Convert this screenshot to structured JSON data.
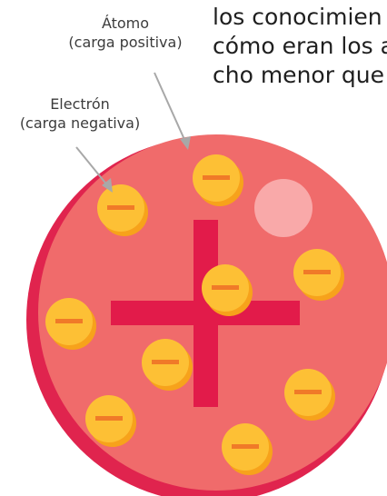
{
  "labels": {
    "atom": [
      "Átomo",
      "(carga positiva)"
    ],
    "electron": [
      "Electrón",
      "(carga negativa)"
    ]
  },
  "body_text": [
    "los conocimien",
    "cómo eran los a",
    "cho menor que"
  ],
  "colors": {
    "atom_fill": "#f06b6b",
    "atom_shadow": "#e0244e",
    "cross": "#e21b4a",
    "highlight": "#f9a9a9",
    "electron_fill": "#fdc035",
    "electron_shadow": "#f7a21b",
    "electron_dash": "#f07a28",
    "arrow": "#a8a8a8"
  }
}
